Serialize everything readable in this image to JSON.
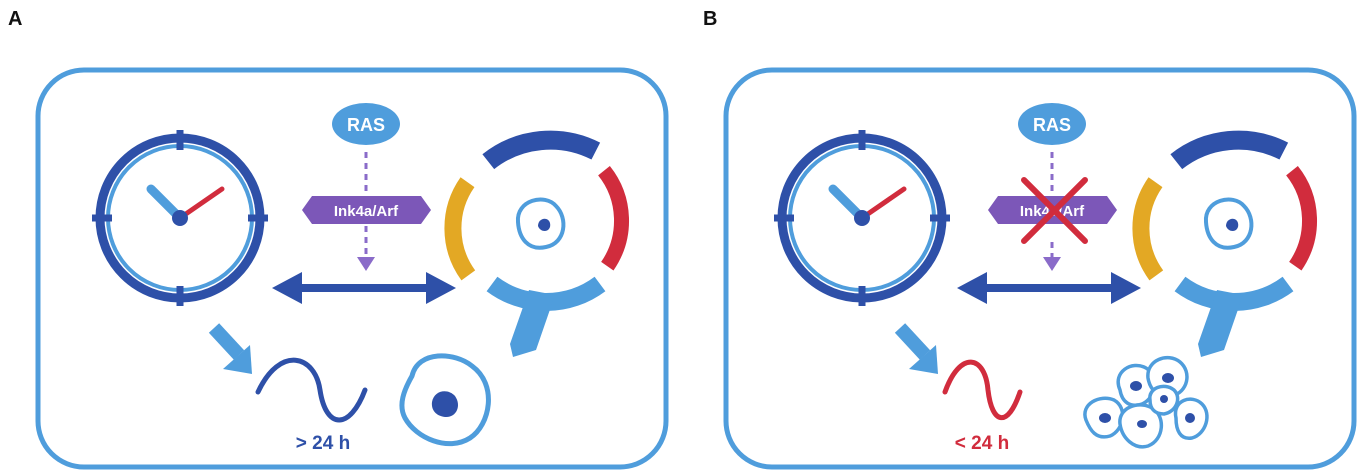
{
  "panels": [
    {
      "letter": "A",
      "ras_label": "RAS",
      "ink_label": "Ink4a/Arf",
      "period_label": "> 24 h",
      "inhibited": false
    },
    {
      "letter": "B",
      "ras_label": "RAS",
      "ink_label": "Ink4a/Arf",
      "period_label": "< 24 h",
      "inhibited": true
    }
  ],
  "colors": {
    "dark_blue": "#2e50a8",
    "light_blue": "#4f9ddc",
    "red": "#d12c3d",
    "yellow": "#e3a824",
    "purple": "#7c57b8",
    "purple_dash": "#8a6bc9"
  }
}
